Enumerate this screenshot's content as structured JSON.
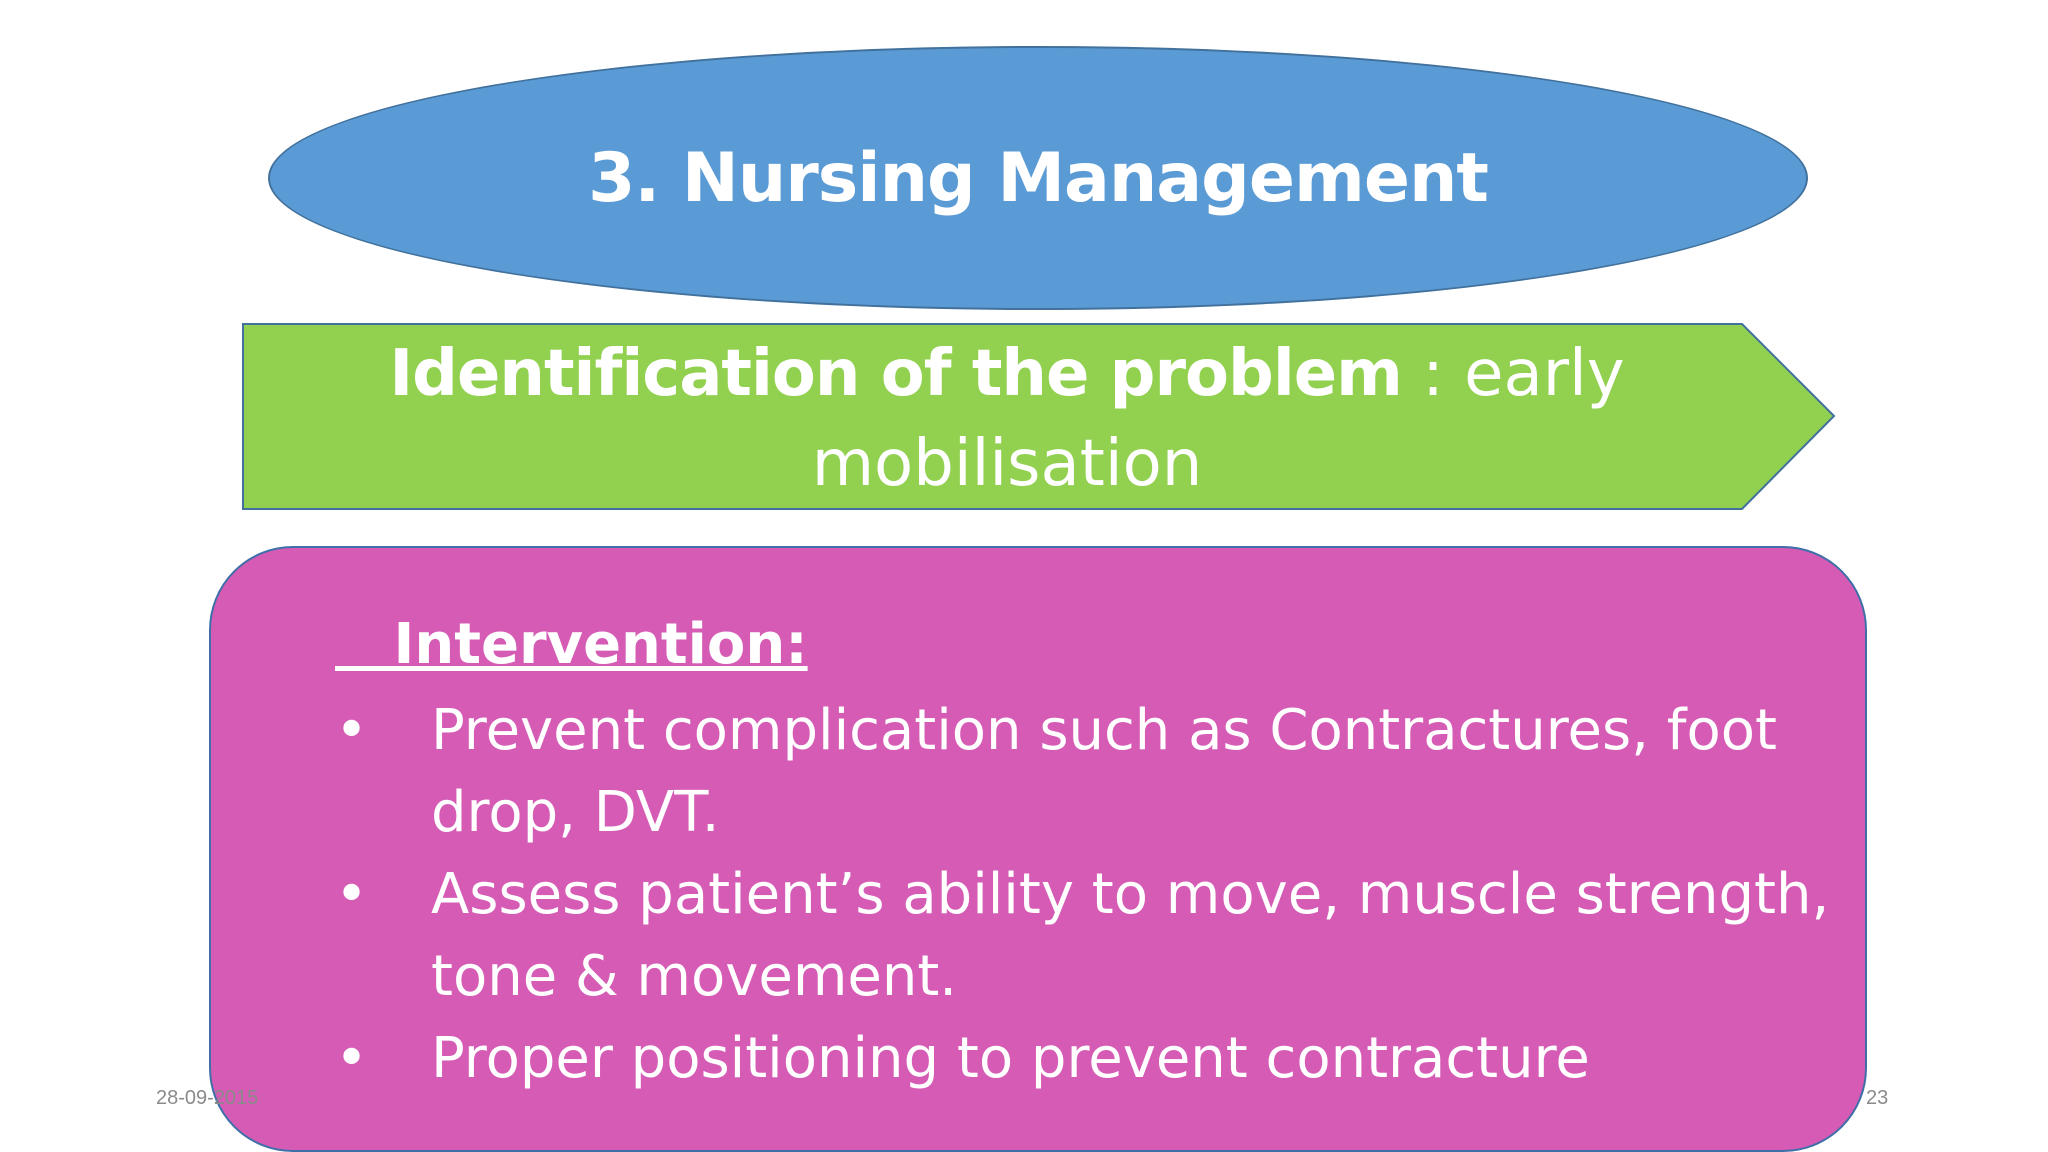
{
  "slide": {
    "title": "3. Nursing Management",
    "problem": {
      "bold_label": "Identification of the problem",
      "separator": " : early",
      "continuation": "mobilisation"
    },
    "intervention": {
      "heading": "   Intervention:",
      "bullet_glyph": "•",
      "items": [
        "Prevent complication such as Contractures, foot drop, DVT.",
        "Assess patient’s ability to move, muscle strength, tone & movement.",
        "Proper positioning to prevent contracture"
      ]
    },
    "footer": {
      "date": "28-09-2015",
      "page_number": "23"
    },
    "colors": {
      "title_fill": "#5b9bd5",
      "problem_fill": "#92d050",
      "intervention_fill": "#d55bb5",
      "text": "#ffffff"
    }
  }
}
